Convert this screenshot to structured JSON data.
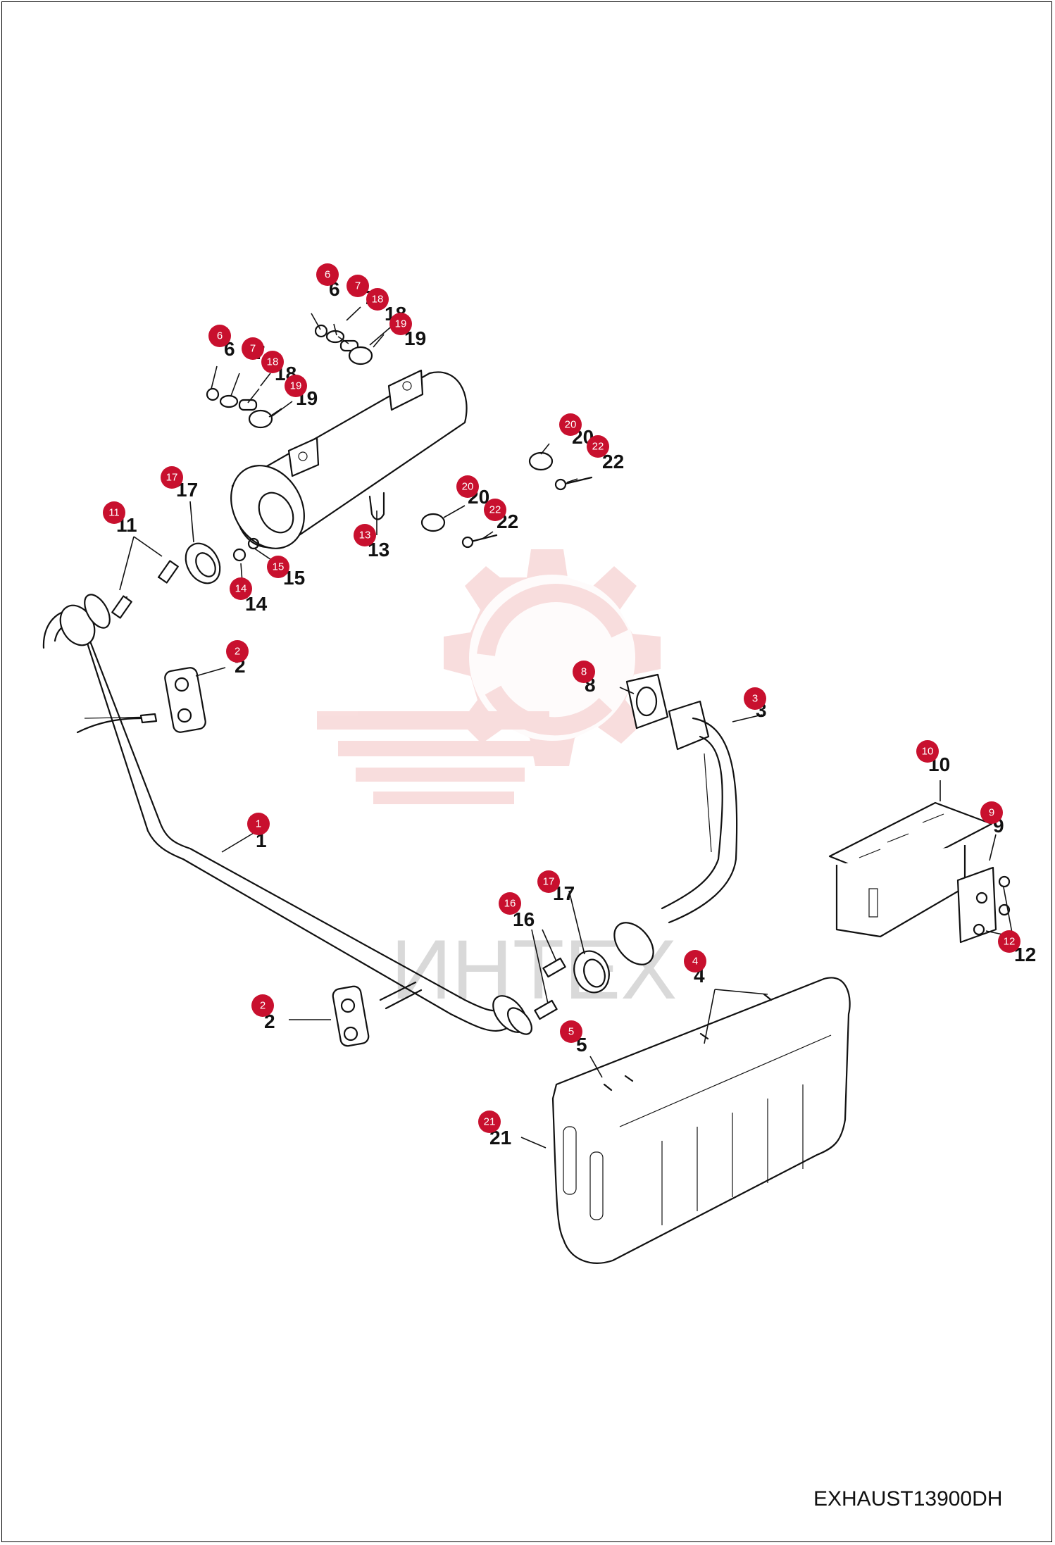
{
  "diagram": {
    "reference_code": "EXHAUST13900DH",
    "watermark_text": "ИНТЕХ",
    "colors": {
      "badge": "#c8102e",
      "watermark": "#f4c3c3",
      "line": "#111111"
    },
    "callouts": [
      {
        "id": "c1",
        "num": "1",
        "label": "1"
      },
      {
        "id": "c2a",
        "num": "2",
        "label": "2"
      },
      {
        "id": "c2b",
        "num": "2",
        "label": "2"
      },
      {
        "id": "c3",
        "num": "3",
        "label": "3"
      },
      {
        "id": "c4",
        "num": "4",
        "label": "4"
      },
      {
        "id": "c5",
        "num": "5",
        "label": "5"
      },
      {
        "id": "c6a",
        "num": "6",
        "label": "6"
      },
      {
        "id": "c6b",
        "num": "6",
        "label": "6"
      },
      {
        "id": "c7a",
        "num": "7",
        "label": "7"
      },
      {
        "id": "c7b",
        "num": "7",
        "label": "7"
      },
      {
        "id": "c8",
        "num": "8",
        "label": "8"
      },
      {
        "id": "c9",
        "num": "9",
        "label": "9"
      },
      {
        "id": "c10",
        "num": "10",
        "label": "10"
      },
      {
        "id": "c11",
        "num": "11",
        "label": "11"
      },
      {
        "id": "c12",
        "num": "12",
        "label": "12"
      },
      {
        "id": "c13",
        "num": "13",
        "label": "13"
      },
      {
        "id": "c14",
        "num": "14",
        "label": "14"
      },
      {
        "id": "c15",
        "num": "15",
        "label": "15"
      },
      {
        "id": "c16",
        "num": "16",
        "label": "16"
      },
      {
        "id": "c17a",
        "num": "17",
        "label": "17"
      },
      {
        "id": "c17b",
        "num": "17",
        "label": "17"
      },
      {
        "id": "c18a",
        "num": "18",
        "label": "18"
      },
      {
        "id": "c18b",
        "num": "18",
        "label": "18"
      },
      {
        "id": "c19a",
        "num": "19",
        "label": "19"
      },
      {
        "id": "c19b",
        "num": "19",
        "label": "19"
      },
      {
        "id": "c20a",
        "num": "20",
        "label": "20"
      },
      {
        "id": "c20b",
        "num": "20",
        "label": "20"
      },
      {
        "id": "c21",
        "num": "21",
        "label": "21"
      },
      {
        "id": "c22a",
        "num": "22",
        "label": "22"
      },
      {
        "id": "c22b",
        "num": "22",
        "label": "22"
      }
    ]
  }
}
